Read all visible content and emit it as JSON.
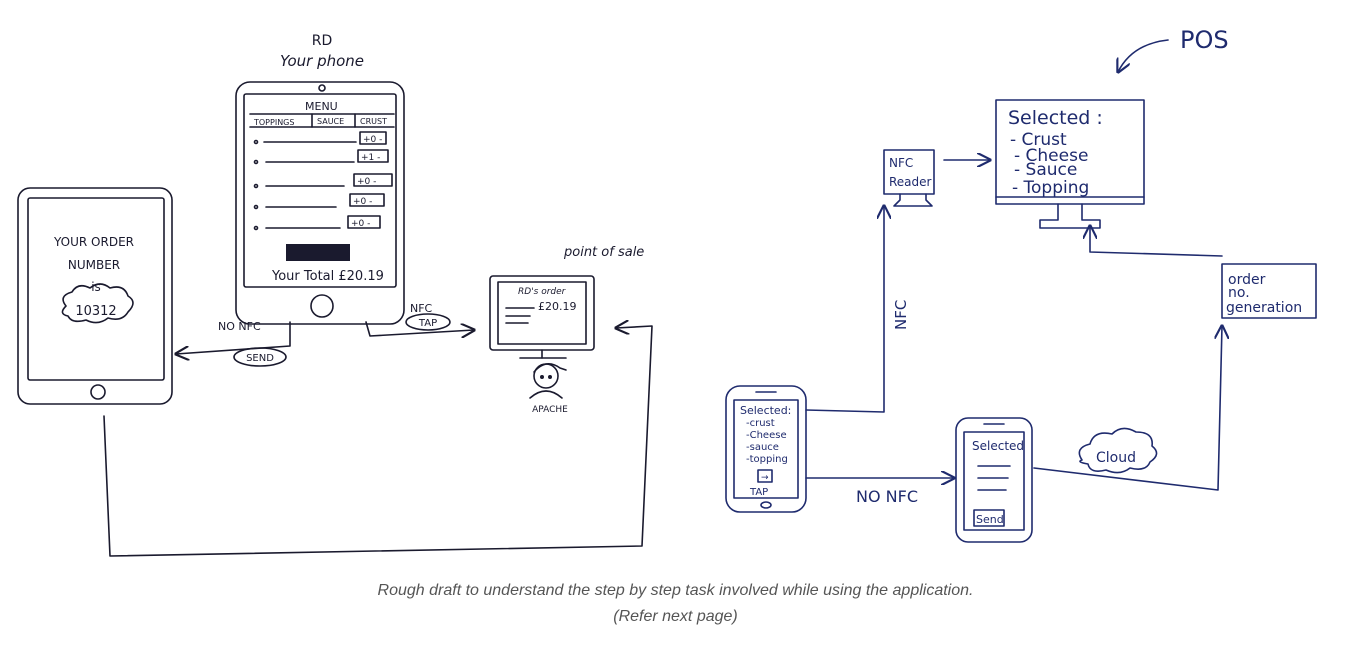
{
  "colors": {
    "left_ink": "#1a1a2e",
    "right_ink": "#1f2b6e",
    "caption": "#555555"
  },
  "left_sketch": {
    "phone_owner_label": "RD\nYour phone",
    "menu_title": "MENU",
    "menu_tabs": [
      "TOPPINGS",
      "SAUCE",
      "CRUST"
    ],
    "menu_steppers": [
      "+0 -",
      "+1 -",
      "+0 -",
      "+0 -",
      "+0 -"
    ],
    "total_text": "Your Total £20.19",
    "order_number_prompt": "YOUR ORDER NUMBER is",
    "order_number": "10312",
    "no_nfc_label": "NO NFC",
    "send_label": "SEND",
    "nfc_label": "NFC",
    "tap_label": "TAP",
    "pos_label": "point of sale",
    "pos_screen_title": "RD's order",
    "pos_screen_amount": "£20.19",
    "server_label": "APACHE"
  },
  "right_sketch": {
    "pos_label": "POS",
    "nfc_reader_label": "NFC Reader",
    "pos_screen_title": "Selected :",
    "pos_screen_items": [
      "- Crust",
      "- Cheese",
      "- Sauce",
      "- Topping"
    ],
    "order_gen_label": "order no. generation",
    "nfc_label": "NFC",
    "phone_screen_title": "Selected:",
    "phone_screen_items": [
      "-crust",
      "-Cheese",
      "-sauce",
      "-topping"
    ],
    "tap_label": "TAP",
    "no_nfc_label": "NO NFC",
    "phone2_screen_title": "Selected",
    "send_label": "Send",
    "cloud_label": "Cloud"
  },
  "caption": {
    "line1": "Rough draft to understand the step by step task involved while using the application.",
    "line2": "(Refer next page)"
  }
}
